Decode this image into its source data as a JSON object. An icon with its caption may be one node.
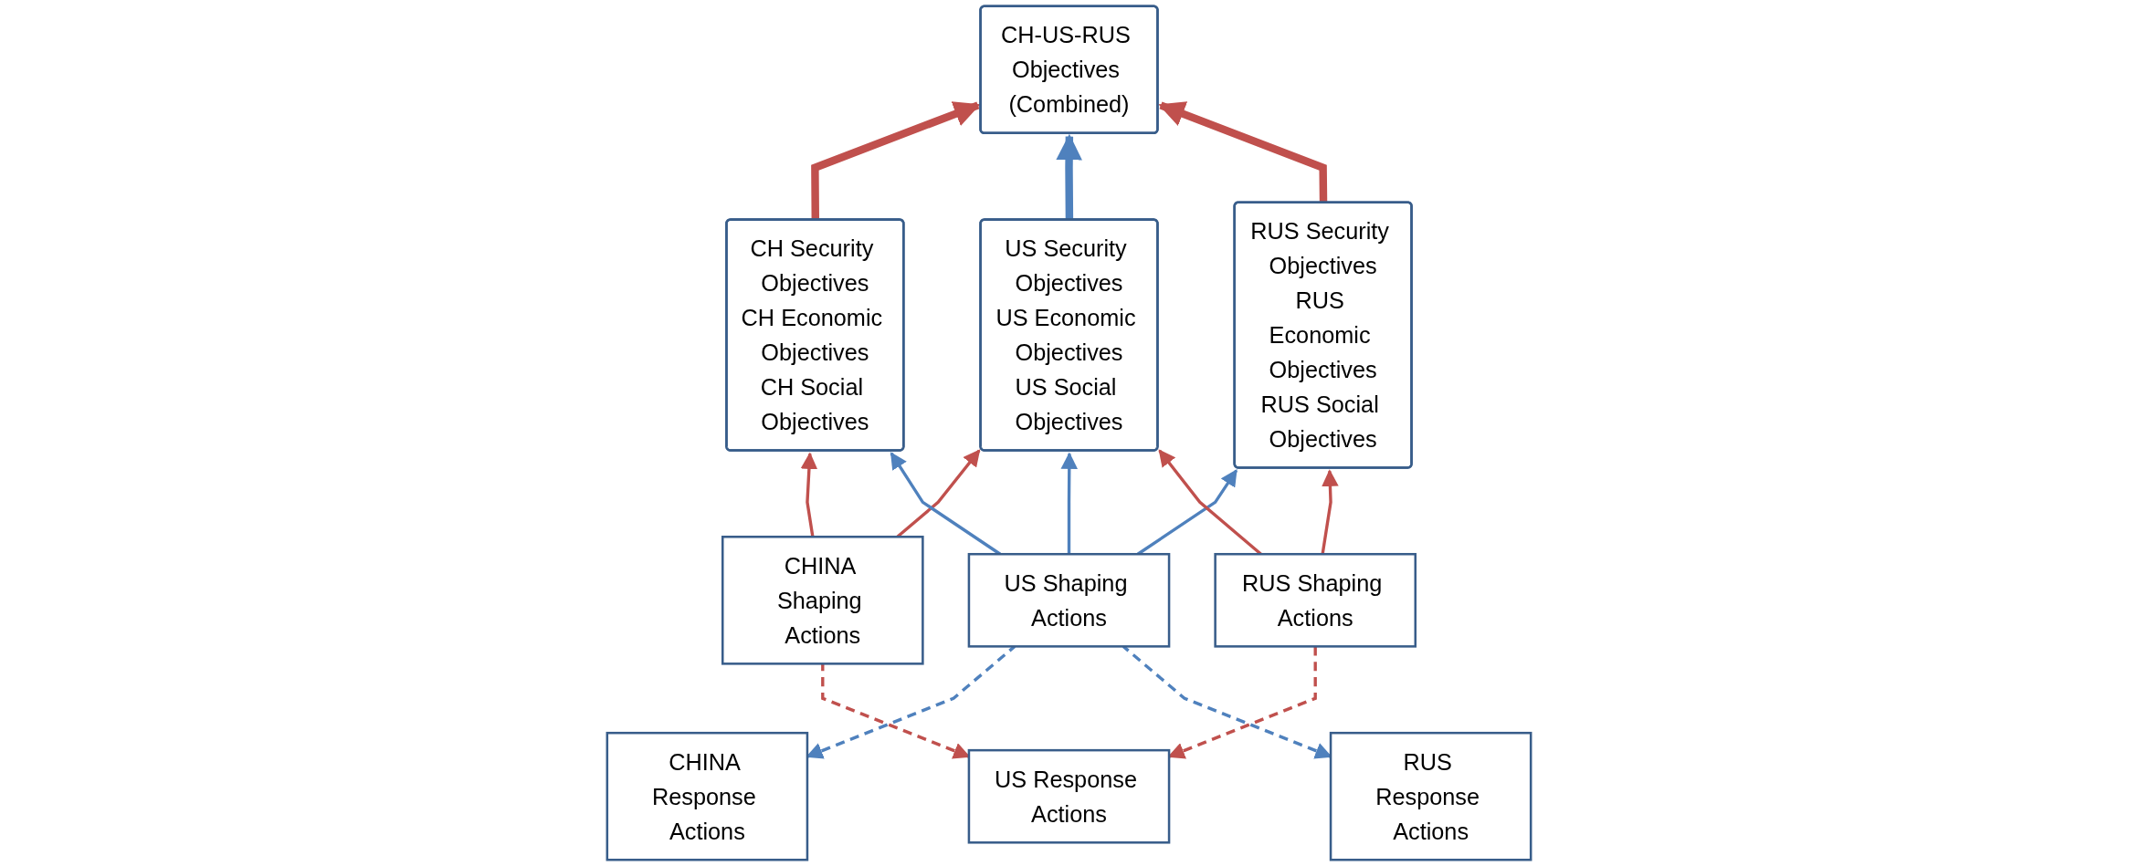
{
  "diagram": {
    "nodes": [
      {
        "text": [
          "CH-US-RUS Objectives (Combined)"
        ]
      },
      {
        "text": [
          "CH Security Objectives",
          "CH Economic Objectives",
          "CH Social Objectives"
        ]
      },
      {
        "text": [
          "US Security Objectives",
          "US Economic Objectives",
          "US Social Objectives"
        ]
      },
      {
        "text": [
          "RUS Security Objectives",
          "RUS Economic Objectives",
          "RUS Social Objectives"
        ]
      },
      {
        "text": [
          "CHINA Shaping Actions"
        ]
      },
      {
        "text": [
          "US Shaping Actions"
        ]
      },
      {
        "text": [
          "RUS Shaping Actions"
        ]
      },
      {
        "text": [
          "CHINA Response Actions"
        ]
      },
      {
        "text": [
          "US Response Actions"
        ]
      },
      {
        "text": [
          "RUS Response Actions"
        ]
      }
    ],
    "edges": [
      {
        "from": 1,
        "to": 0,
        "arrow": "to",
        "style": "thick"
      },
      {
        "from": 2,
        "to": 0,
        "arrow": "to",
        "style": "thick",
        "color": "#4f81bd"
      },
      {
        "from": 3,
        "to": 0,
        "arrow": "to",
        "style": "thick"
      },
      {
        "from": 4,
        "to": 1,
        "arrow": "to"
      },
      {
        "from": 4,
        "to": 2,
        "arrow": "to"
      },
      {
        "from": 5,
        "to": 1,
        "arrow": "to",
        "color": "#4f81bd"
      },
      {
        "from": 5,
        "to": 2,
        "arrow": "to",
        "color": "#4f81bd"
      },
      {
        "from": 5,
        "to": 3,
        "arrow": "to",
        "color": "#4f81bd"
      },
      {
        "from": 6,
        "to": 2,
        "arrow": "to"
      },
      {
        "from": 6,
        "to": 3,
        "arrow": "to"
      },
      {
        "from": 4,
        "to": 8,
        "arrow": "to",
        "style": "dashed"
      },
      {
        "from": 5,
        "to": 7,
        "arrow": "to",
        "style": "dashed",
        "color": "#4f81bd"
      },
      {
        "from": 5,
        "to": 9,
        "arrow": "to",
        "style": "dashed",
        "color": "#4f81bd"
      },
      {
        "from": 6,
        "to": 8,
        "arrow": "to",
        "style": "dashed"
      }
    ]
  }
}
